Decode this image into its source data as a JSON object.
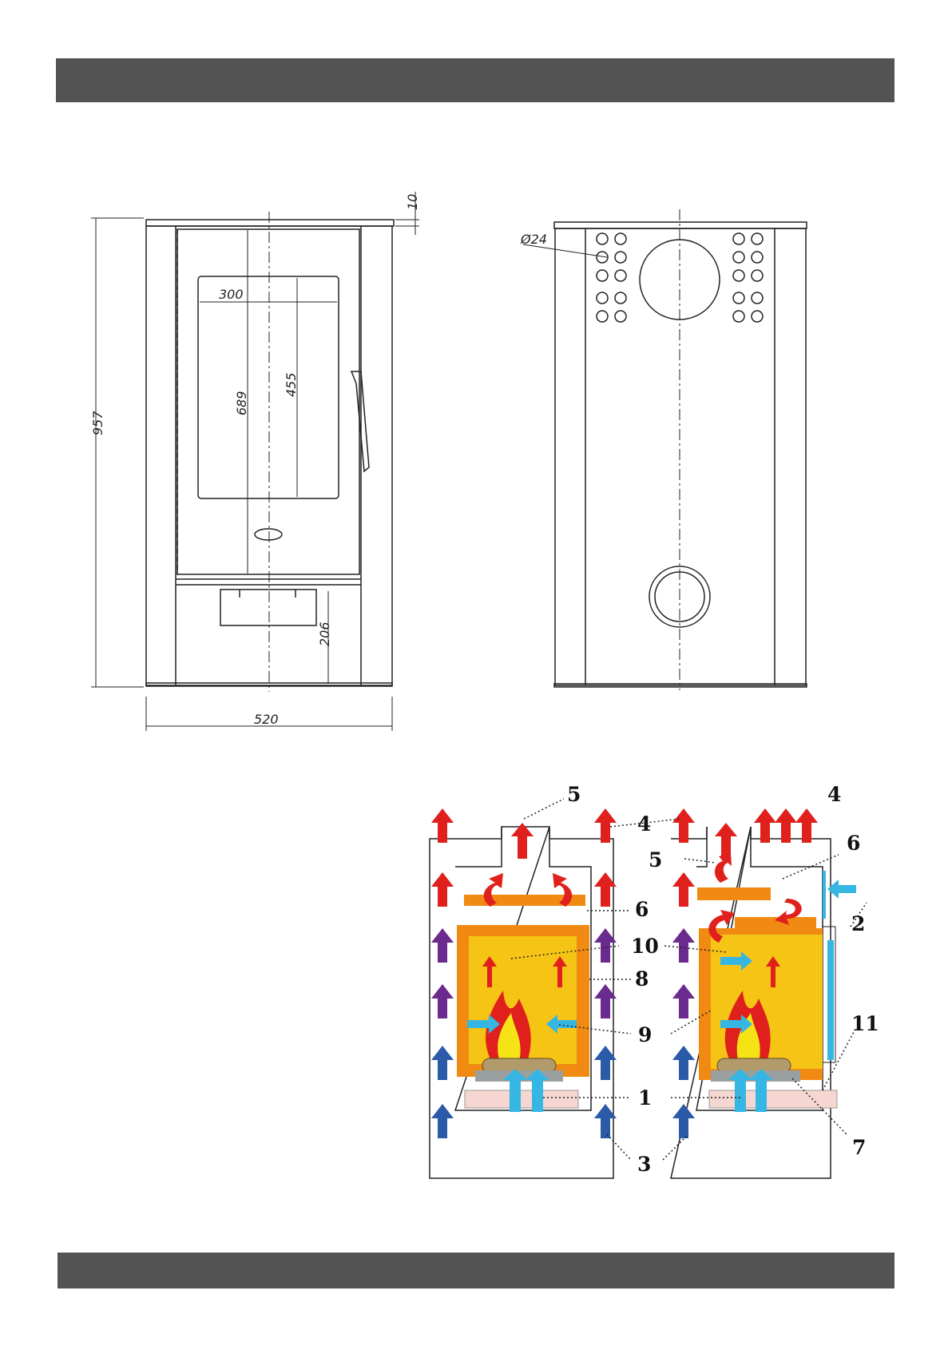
{
  "header_bar": {
    "color": "#545353"
  },
  "footer_bar": {
    "color": "#545353"
  },
  "front_view": {
    "dimensions": {
      "top_thickness": "10",
      "total_height": "957",
      "door_height": "689",
      "glass_height": "455",
      "glass_width": "300",
      "base_height": "206",
      "total_width": "520"
    }
  },
  "rear_view": {
    "hole_diameter": "Ø24"
  },
  "airflow_diagram": {
    "callouts": {
      "primary_air": "1",
      "secondary_air": "2",
      "convection_in": "3",
      "convection_out": "4",
      "flue": "5",
      "baffle": "6",
      "grate": "7",
      "firebox_lining": "8",
      "tertiary_air": "9",
      "air_vents": "10",
      "glass_wash": "11"
    },
    "colors": {
      "hot_air": "#e0201c",
      "cold_air_arrow": "#2a5aa8",
      "warm_air_arrow": "#6a2a8e",
      "fresh_air": "#36b6e3",
      "firebox": "#f6c415",
      "lining": "#f08a12",
      "baffle": "#f08a12"
    }
  }
}
